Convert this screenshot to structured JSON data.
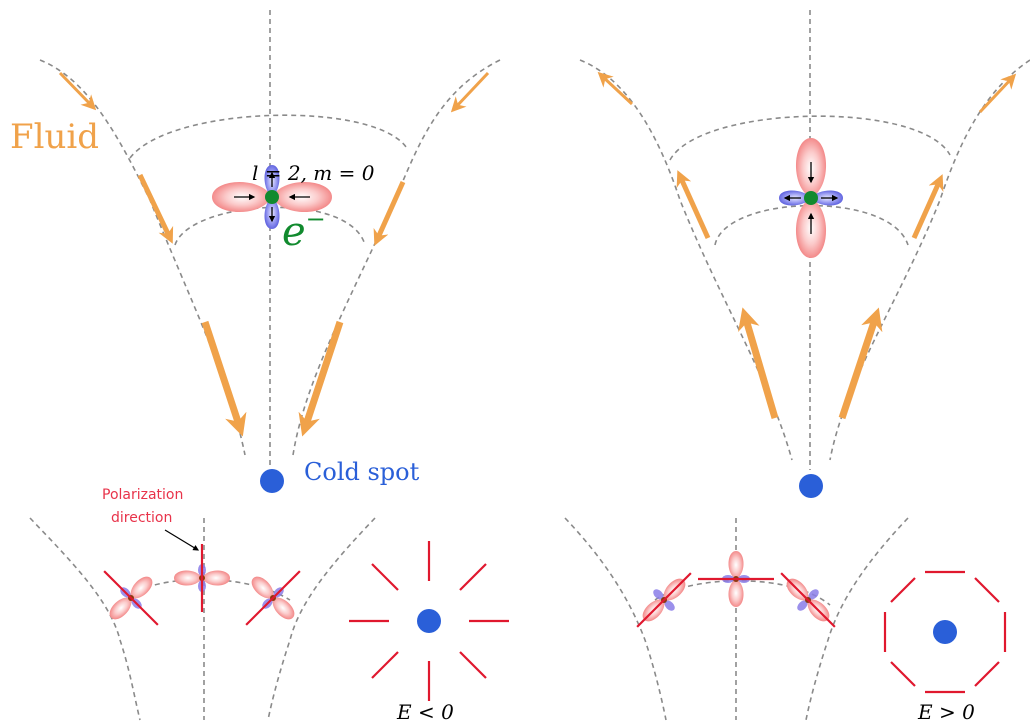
{
  "labels": {
    "fluid": "Fluid",
    "electron": "e",
    "electron_sup": "−",
    "quantum_numbers": "l = 2, m = 0",
    "cold_spot": "Cold spot",
    "polarization_line1": "Polarization",
    "polarization_line2": "direction",
    "e_negative": "E < 0",
    "e_positive": "E > 0"
  },
  "colors": {
    "fluid_arrow": "#f0a24a",
    "cold_spot": "#2a5fd8",
    "electron": "#118a2e",
    "hot_lobe": "#f27d7d",
    "cold_lobe": "#5a5ee0",
    "polarization": "#e0182e"
  }
}
